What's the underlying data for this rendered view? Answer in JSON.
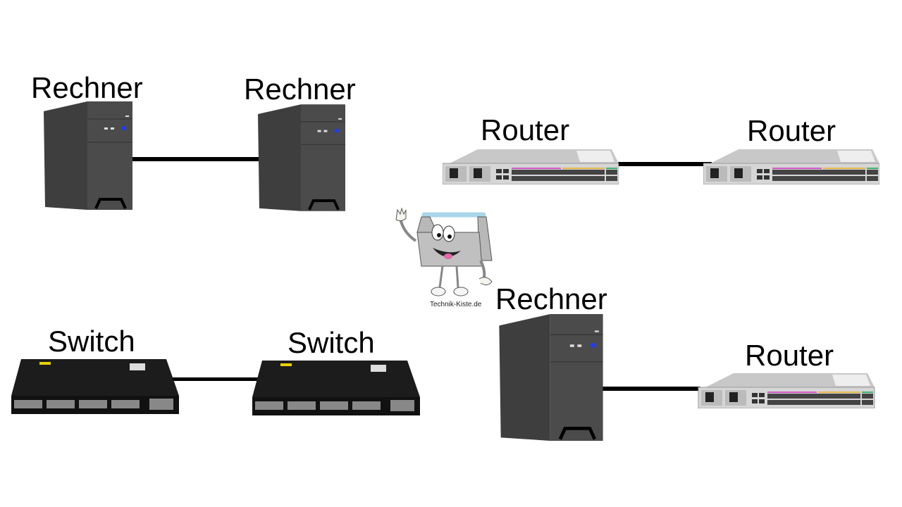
{
  "diagram": {
    "pairs": [
      {
        "left": {
          "type": "computer",
          "label": "Rechner"
        },
        "right": {
          "type": "computer",
          "label": "Rechner"
        }
      },
      {
        "left": {
          "type": "router",
          "label": "Router"
        },
        "right": {
          "type": "router",
          "label": "Router"
        }
      },
      {
        "left": {
          "type": "switch",
          "label": "Switch"
        },
        "right": {
          "type": "switch",
          "label": "Switch"
        }
      },
      {
        "left": {
          "type": "computer",
          "label": "Rechner"
        },
        "right": {
          "type": "router",
          "label": "Router"
        }
      }
    ]
  },
  "mascot": {
    "icon": "toolbox-mascot-icon",
    "credit": "Technik-Kiste.de"
  },
  "colors": {
    "pc_body": "#4a4a4a",
    "pc_side": "#3c3c3c",
    "power_led": "#1a3cff",
    "router_body": "#d0d0d0",
    "switch_body": "#1b1b1b",
    "cable": "#000000"
  }
}
